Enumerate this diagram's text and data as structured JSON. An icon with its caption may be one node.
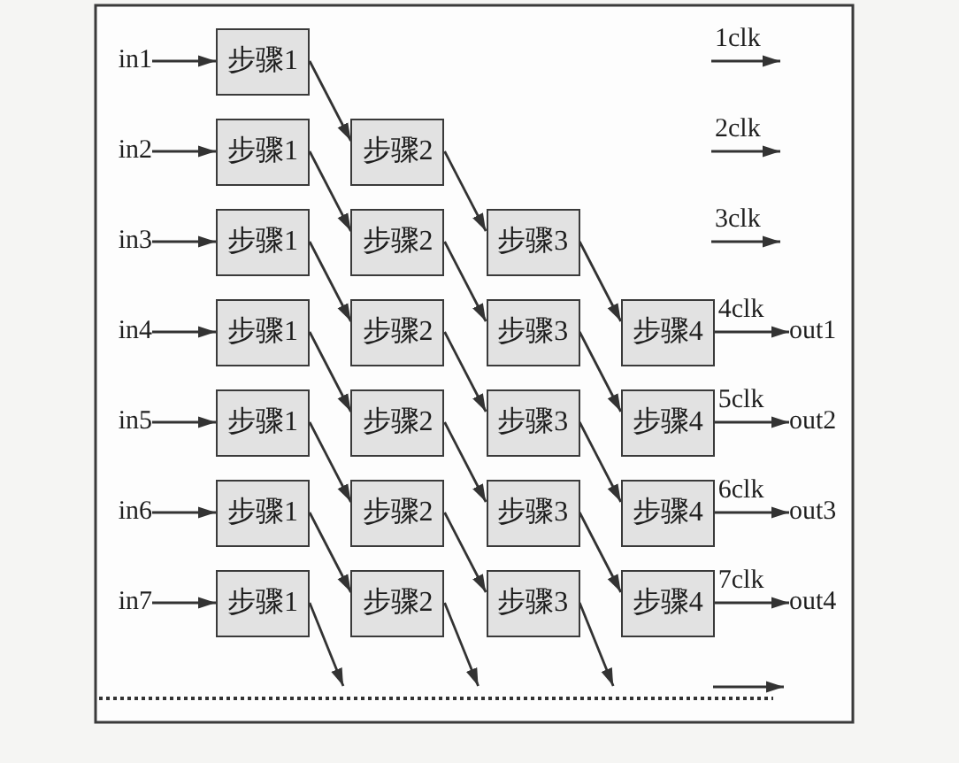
{
  "diagram": {
    "nodes": [
      {
        "text": [
          "in1"
        ]
      },
      {
        "text": [
          "步骤1"
        ]
      },
      {
        "text": [
          "in2"
        ]
      },
      {
        "text": [
          "步骤1"
        ]
      },
      {
        "text": [
          "步骤2"
        ]
      },
      {
        "text": [
          "in3"
        ]
      },
      {
        "text": [
          "步骤1"
        ]
      },
      {
        "text": [
          "步骤2"
        ]
      },
      {
        "text": [
          "步骤3"
        ]
      },
      {
        "text": [
          "in4"
        ]
      },
      {
        "text": [
          "步骤1"
        ]
      },
      {
        "text": [
          "步骤2"
        ]
      },
      {
        "text": [
          "步骤3"
        ]
      },
      {
        "text": [
          "步骤4"
        ]
      },
      {
        "text": [
          "out1"
        ]
      },
      {
        "text": [
          "in5"
        ]
      },
      {
        "text": [
          "步骤1"
        ]
      },
      {
        "text": [
          "步骤2"
        ]
      },
      {
        "text": [
          "步骤3"
        ]
      },
      {
        "text": [
          "步骤4"
        ]
      },
      {
        "text": [
          "out2"
        ]
      },
      {
        "text": [
          "in6"
        ]
      },
      {
        "text": [
          "步骤1"
        ]
      },
      {
        "text": [
          "步骤2"
        ]
      },
      {
        "text": [
          "步骤3"
        ]
      },
      {
        "text": [
          "步骤4"
        ]
      },
      {
        "text": [
          "out3"
        ]
      },
      {
        "text": [
          "in7"
        ]
      },
      {
        "text": [
          "步骤1"
        ]
      },
      {
        "text": [
          "步骤2"
        ]
      },
      {
        "text": [
          "步骤3"
        ]
      },
      {
        "text": [
          "步骤4"
        ]
      },
      {
        "text": [
          "out4"
        ]
      }
    ],
    "edges": [
      {
        "from": 0,
        "to": 1,
        "arrow": "to"
      },
      {
        "from": 2,
        "to": 3,
        "arrow": "to"
      },
      {
        "from": 1,
        "to": 4,
        "arrow": "to"
      },
      {
        "from": 5,
        "to": 6,
        "arrow": "to"
      },
      {
        "from": 3,
        "to": 7,
        "arrow": "to"
      },
      {
        "from": 4,
        "to": 8,
        "arrow": "to"
      },
      {
        "from": 9,
        "to": 10,
        "arrow": "to"
      },
      {
        "from": 6,
        "to": 11,
        "arrow": "to"
      },
      {
        "from": 7,
        "to": 12,
        "arrow": "to"
      },
      {
        "from": 8,
        "to": 13,
        "arrow": "to"
      },
      {
        "from": 13,
        "to": 14,
        "arrow": "to",
        "label": "4clk"
      },
      {
        "from": 15,
        "to": 16,
        "arrow": "to"
      },
      {
        "from": 10,
        "to": 17,
        "arrow": "to"
      },
      {
        "from": 11,
        "to": 18,
        "arrow": "to"
      },
      {
        "from": 12,
        "to": 19,
        "arrow": "to"
      },
      {
        "from": 19,
        "to": 20,
        "arrow": "to",
        "label": "5clk"
      },
      {
        "from": 21,
        "to": 22,
        "arrow": "to"
      },
      {
        "from": 16,
        "to": 23,
        "arrow": "to"
      },
      {
        "from": 17,
        "to": 24,
        "arrow": "to"
      },
      {
        "from": 18,
        "to": 25,
        "arrow": "to"
      },
      {
        "from": 25,
        "to": 26,
        "arrow": "to",
        "label": "6clk"
      },
      {
        "from": 27,
        "to": 28,
        "arrow": "to"
      },
      {
        "from": 22,
        "to": 29,
        "arrow": "to"
      },
      {
        "from": 23,
        "to": 30,
        "arrow": "to"
      },
      {
        "from": 24,
        "to": 31,
        "arrow": "to"
      },
      {
        "from": 31,
        "to": 32,
        "arrow": "to",
        "label": "7clk"
      },
      {
        "from": 28,
        "to": null,
        "arrow": "to"
      },
      {
        "from": 29,
        "to": null,
        "arrow": "to"
      },
      {
        "from": 30,
        "to": null,
        "arrow": "to"
      }
    ],
    "labels": [
      "1clk",
      "2clk",
      "3clk"
    ]
  }
}
